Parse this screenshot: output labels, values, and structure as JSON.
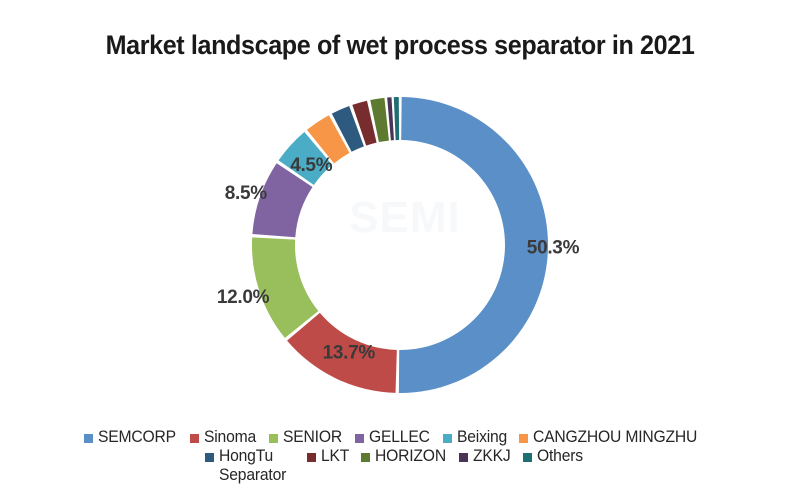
{
  "chart_data": {
    "type": "pie",
    "variant": "donut",
    "title": "Market landscape of wet process separator in 2021",
    "xlabel": "",
    "ylabel": "",
    "legend_position": "bottom",
    "grid": false,
    "units": "%",
    "start_angle_deg": 0,
    "direction": "clockwise",
    "categories": [
      "SEMCORP",
      "Sinoma",
      "SENIOR",
      "GELLEC",
      "Beixing",
      "CANGZHOU MINGZHU",
      "HongTu Separator",
      "LKT",
      "HORIZON",
      "ZKKJ",
      "Others"
    ],
    "values": [
      50.3,
      13.7,
      12.0,
      8.5,
      4.5,
      3.2,
      2.4,
      2.0,
      1.9,
      0.7,
      0.8
    ],
    "colors": [
      "#5B8FC7",
      "#BE4B48",
      "#98BF5B",
      "#8064A2",
      "#4BACC6",
      "#F79646",
      "#2F5A80",
      "#772D2D",
      "#5E7A31",
      "#4A3355",
      "#1F6E73"
    ],
    "visible_labels": [
      {
        "category": "SEMCORP",
        "text": "50.3%"
      },
      {
        "category": "Sinoma",
        "text": "13.7%"
      },
      {
        "category": "SENIOR",
        "text": "12.0%"
      },
      {
        "category": "GELLEC",
        "text": "8.5%"
      },
      {
        "category": "Beixing",
        "text": "4.5%"
      }
    ]
  },
  "legend": {
    "rows": [
      [
        {
          "label": "SEMCORP",
          "color": "#5B8FC7"
        },
        {
          "label": "Sinoma",
          "color": "#BE4B48"
        },
        {
          "label": "SENIOR",
          "color": "#98BF5B"
        },
        {
          "label": "GELLEC",
          "color": "#8064A2"
        },
        {
          "label": "Beixing",
          "color": "#4BACC6"
        },
        {
          "label": "CANGZHOU MINGZHU",
          "color": "#F79646"
        }
      ],
      [
        {
          "label": "HongTu Separator",
          "color": "#2F5A80"
        },
        {
          "label": "LKT",
          "color": "#772D2D"
        },
        {
          "label": "HORIZON",
          "color": "#5E7A31"
        },
        {
          "label": "ZKKJ",
          "color": "#4A3355"
        },
        {
          "label": "Others",
          "color": "#1F6E73"
        }
      ]
    ]
  },
  "watermark": {
    "text": "SEMI"
  }
}
